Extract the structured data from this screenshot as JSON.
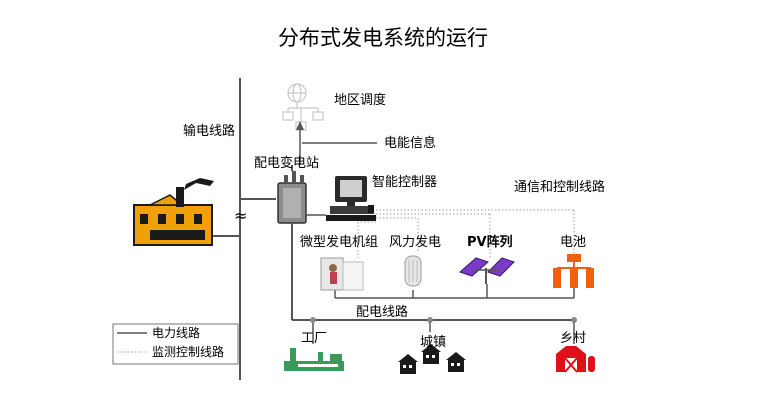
{
  "title": "分布式发电系统的运行",
  "labels": {
    "dispatch": "地区调度",
    "transmission_line": "输电线路",
    "power_info": "电能信息",
    "substation": "配电变电站",
    "smart_controller": "智能控制器",
    "comm_control_line": "通信和控制线路",
    "tilde": "≈",
    "micro_turbine": "微型发电机组",
    "wind": "风力发电",
    "pv": "PV阵列",
    "battery": "电池",
    "distribution_line": "配电线路",
    "factory": "工厂",
    "town": "城镇",
    "village": "乡村"
  },
  "legend": {
    "power_line": "电力线路",
    "monitor_line": "监测控制线路"
  },
  "colors": {
    "line": "#555555",
    "dotted": "#9a9a9a",
    "plant": "#f0a10a",
    "plant_dark": "#1a1a1a",
    "factory_green": "#3a9a5a",
    "pv_panel": "#7a3cc8",
    "battery_orange": "#f06010",
    "barn_red": "#e0101a"
  }
}
